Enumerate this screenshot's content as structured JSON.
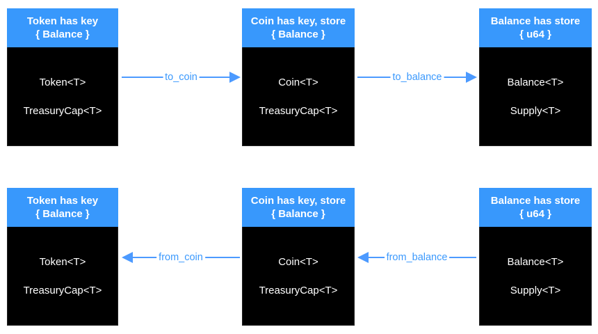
{
  "colors": {
    "header_bg": "#3898fc",
    "header_text": "#ffffff",
    "body_bg": "#000000",
    "body_text": "#ffffff",
    "arrow": "#4c9aff",
    "arrow_label_text": "#3b99fd",
    "background": "#ffffff"
  },
  "rows": [
    {
      "boxes": [
        {
          "header_line1": "Token has key",
          "header_line2": "{ Balance }",
          "fields": [
            "Token<T>",
            "TreasuryCap<T>"
          ]
        },
        {
          "header_line1": "Coin has key, store",
          "header_line2": "{ Balance }",
          "fields": [
            "Coin<T>",
            "TreasuryCap<T>"
          ]
        },
        {
          "header_line1": "Balance has store",
          "header_line2": "{ u64 }",
          "fields": [
            "Balance<T>",
            "Supply<T>"
          ]
        }
      ],
      "arrows": [
        {
          "label": "to_coin",
          "direction": "right"
        },
        {
          "label": "to_balance",
          "direction": "right"
        }
      ]
    },
    {
      "boxes": [
        {
          "header_line1": "Token has key",
          "header_line2": "{ Balance }",
          "fields": [
            "Token<T>",
            "TreasuryCap<T>"
          ]
        },
        {
          "header_line1": "Coin has key, store",
          "header_line2": "{ Balance }",
          "fields": [
            "Coin<T>",
            "TreasuryCap<T>"
          ]
        },
        {
          "header_line1": "Balance has store",
          "header_line2": "{ u64 }",
          "fields": [
            "Balance<T>",
            "Supply<T>"
          ]
        }
      ],
      "arrows": [
        {
          "label": "from_coin",
          "direction": "left"
        },
        {
          "label": "from_balance",
          "direction": "left"
        }
      ]
    }
  ]
}
